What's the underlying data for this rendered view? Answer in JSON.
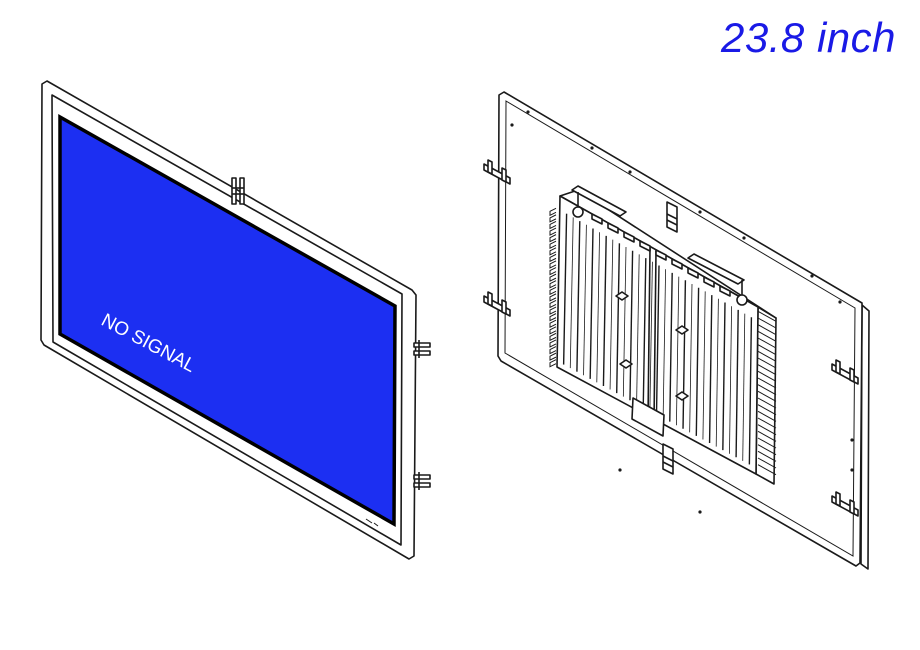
{
  "title": {
    "text": "23.8 inch",
    "color": "#1a1ae6"
  },
  "front_view": {
    "screen_text": "NO SIGNAL",
    "screen_color": "#1c2ff2"
  },
  "fin_count": 24
}
